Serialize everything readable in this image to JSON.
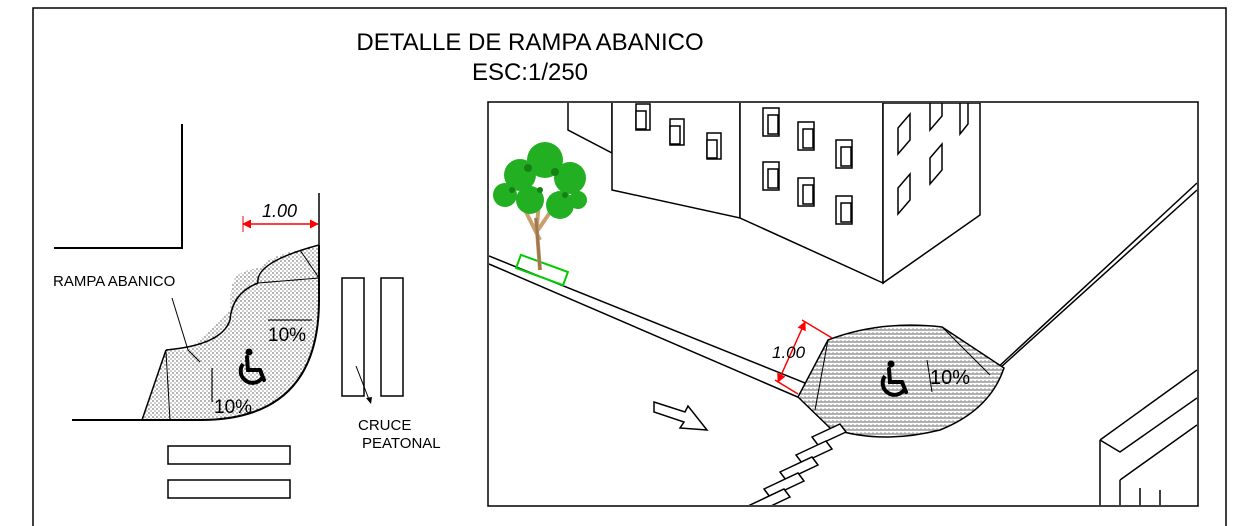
{
  "title": "DETALLE DE RAMPA ABANICO",
  "scale": "ESC:1/250",
  "plan": {
    "dimension": "1.00",
    "ramp_label": "RAMPA ABANICO",
    "slope_upper": "10%",
    "slope_lower": "10%",
    "crossing_line1": "CRUCE",
    "crossing_line2": "PEATONAL"
  },
  "perspective": {
    "dimension": "1.00",
    "slope": "10%"
  },
  "colors": {
    "dimension": "#ff0000",
    "tree_foliage": "#22b022",
    "tree_trunk": "#c8a070",
    "planter": "#00cc00",
    "ink": "#000000"
  },
  "icons": [
    "wheelchair-icon",
    "direction-arrow-icon",
    "tree-icon"
  ]
}
